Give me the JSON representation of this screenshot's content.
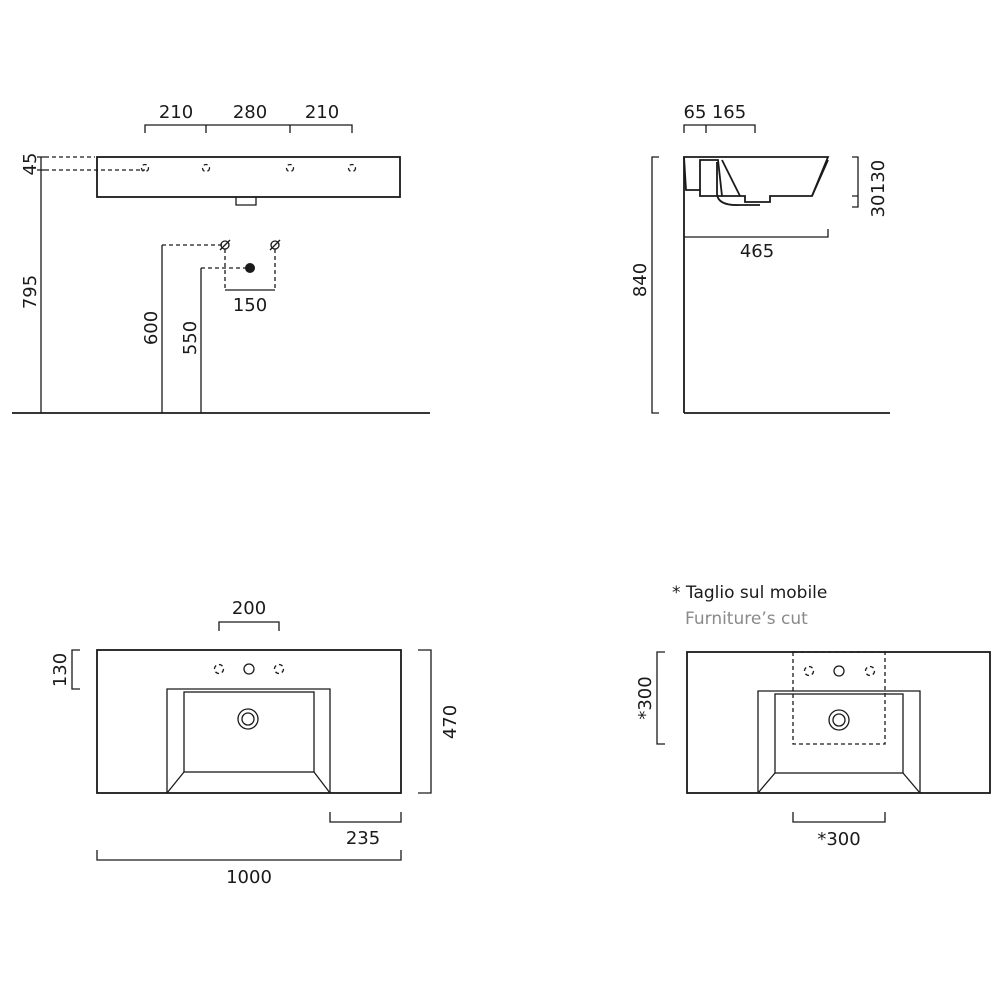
{
  "front_view": {
    "top_dims": [
      "210",
      "280",
      "210"
    ],
    "left_dims": [
      "45",
      "795"
    ],
    "pipe_dims": [
      "600",
      "550"
    ],
    "tap_spacing": "150"
  },
  "side_view": {
    "top_dims": [
      "65",
      "165"
    ],
    "right_dims": [
      "130",
      "30"
    ],
    "depth": "465",
    "height": "840"
  },
  "plan_view": {
    "tap_spacing": "200",
    "rim_depth": "130",
    "total_depth": "470",
    "right_offset": "235",
    "width": "1000"
  },
  "cut_view": {
    "note_title": "* Taglio sul mobile",
    "note_subtitle": "Furniture’s cut",
    "cut_height": "*300",
    "cut_width": "*300"
  }
}
